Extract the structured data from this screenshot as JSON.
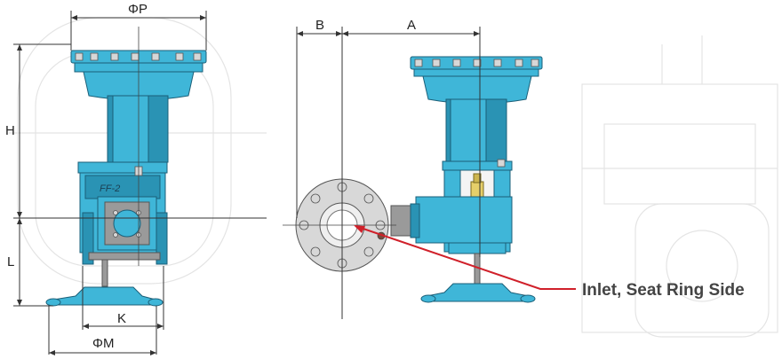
{
  "dimensions": {
    "phi_p": "ΦP",
    "h": "H",
    "l": "L",
    "k": "K",
    "phi_m": "ΦM",
    "b": "B",
    "a": "A"
  },
  "callout": {
    "label": "Inlet, Seat Ring Side",
    "color": "#d0202a"
  },
  "brand_mark": "FF-2",
  "colors": {
    "valve_body": "#3fb6d8",
    "flange": "#d8d8d8",
    "arrow": "#d0202a"
  }
}
